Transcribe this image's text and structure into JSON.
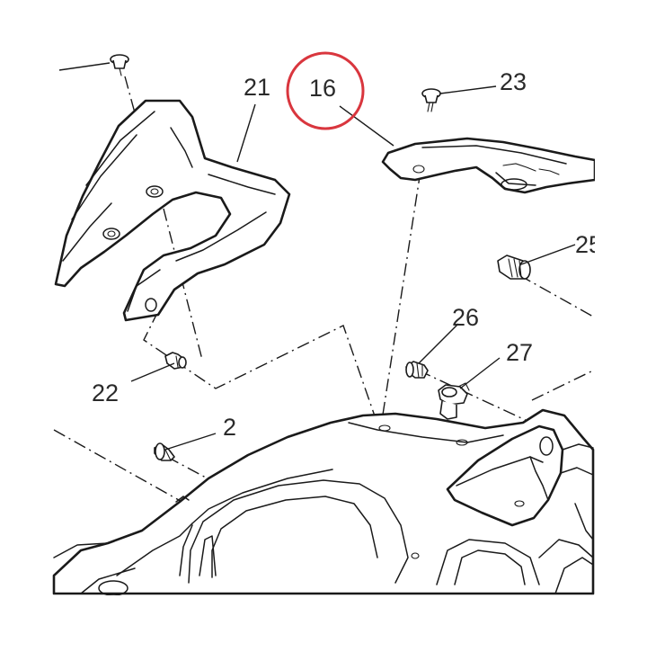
{
  "diagram": {
    "highlight_color": "#d9363e",
    "line_color": "#1a1a1a",
    "callouts": [
      {
        "id": "c21",
        "label": "21",
        "highlighted": false
      },
      {
        "id": "c16",
        "label": "16",
        "highlighted": true
      },
      {
        "id": "c23",
        "label": "23",
        "highlighted": false
      },
      {
        "id": "c25",
        "label": "25",
        "highlighted": false
      },
      {
        "id": "c26",
        "label": "26",
        "highlighted": false
      },
      {
        "id": "c27",
        "label": "27",
        "highlighted": false
      },
      {
        "id": "c22",
        "label": "22",
        "highlighted": false
      },
      {
        "id": "c2",
        "label": "2",
        "highlighted": false
      }
    ]
  }
}
